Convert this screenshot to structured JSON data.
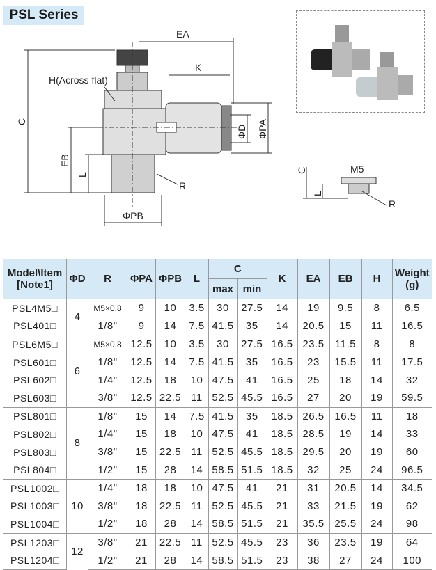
{
  "title": "PSL Series",
  "drawing": {
    "labels": {
      "ea": "EA",
      "k": "K",
      "h": "H(Across flat)",
      "c": "C",
      "eb": "EB",
      "l": "L",
      "r": "R",
      "pb": "ΦPB",
      "d": "ΦD",
      "pa": "ΦPA",
      "c2": "C",
      "m5": "M5",
      "l2": "L",
      "r2": "R"
    }
  },
  "table": {
    "headers": {
      "model": "Model\\Item",
      "note": "[Note1]",
      "d": "ΦD",
      "r": "R",
      "pa": "ΦPA",
      "pb": "ΦPB",
      "l": "L",
      "c": "C",
      "cmax": "max",
      "cmin": "min",
      "k": "K",
      "ea": "EA",
      "eb": "EB",
      "h": "H",
      "weight": "Weight",
      "weight_unit": "(g)"
    },
    "groups": [
      {
        "d": "4",
        "rows": [
          [
            "PSL4M5□",
            "M5×0.8",
            "9",
            "10",
            "3.5",
            "30",
            "27.5",
            "14",
            "19",
            "9.5",
            "8",
            "6.5"
          ],
          [
            "PSL401□",
            "1/8\"",
            "9",
            "14",
            "7.5",
            "41.5",
            "35",
            "14",
            "20.5",
            "15",
            "11",
            "16.5"
          ]
        ]
      },
      {
        "d": "6",
        "rows": [
          [
            "PSL6M5□",
            "M5×0.8",
            "12.5",
            "10",
            "3.5",
            "30",
            "27.5",
            "16.5",
            "23.5",
            "11.5",
            "8",
            "8"
          ],
          [
            "PSL601□",
            "1/8\"",
            "12.5",
            "14",
            "7.5",
            "41.5",
            "35",
            "16.5",
            "23",
            "15.5",
            "11",
            "17.5"
          ],
          [
            "PSL602□",
            "1/4\"",
            "12.5",
            "18",
            "10",
            "47.5",
            "41",
            "16.5",
            "25",
            "18",
            "14",
            "32"
          ],
          [
            "PSL603□",
            "3/8\"",
            "12.5",
            "22.5",
            "11",
            "52.5",
            "45.5",
            "16.5",
            "27",
            "20",
            "19",
            "59.5"
          ]
        ]
      },
      {
        "d": "8",
        "rows": [
          [
            "PSL801□",
            "1/8\"",
            "15",
            "14",
            "7.5",
            "41.5",
            "35",
            "18.5",
            "26.5",
            "16.5",
            "11",
            "18"
          ],
          [
            "PSL802□",
            "1/4\"",
            "15",
            "18",
            "10",
            "47.5",
            "41",
            "18.5",
            "28.5",
            "19",
            "14",
            "33"
          ],
          [
            "PSL803□",
            "3/8\"",
            "15",
            "22.5",
            "11",
            "52.5",
            "45.5",
            "18.5",
            "29.5",
            "20",
            "19",
            "60"
          ],
          [
            "PSL804□",
            "1/2\"",
            "15",
            "28",
            "14",
            "58.5",
            "51.5",
            "18.5",
            "32",
            "25",
            "24",
            "96.5"
          ]
        ]
      },
      {
        "d": "10",
        "rows": [
          [
            "PSL1002□",
            "1/4\"",
            "18",
            "18",
            "10",
            "47.5",
            "41",
            "21",
            "31",
            "20.5",
            "14",
            "34.5"
          ],
          [
            "PSL1003□",
            "3/8\"",
            "18",
            "22.5",
            "11",
            "52.5",
            "45.5",
            "21",
            "33",
            "21.5",
            "19",
            "62"
          ],
          [
            "PSL1004□",
            "1/2\"",
            "18",
            "28",
            "14",
            "58.5",
            "51.5",
            "21",
            "35.5",
            "25.5",
            "24",
            "98"
          ]
        ]
      },
      {
        "d": "12",
        "rows": [
          [
            "PSL1203□",
            "3/8\"",
            "21",
            "22.5",
            "11",
            "52.5",
            "45.5",
            "23",
            "36",
            "23.5",
            "19",
            "64"
          ],
          [
            "PSL1204□",
            "1/2\"",
            "21",
            "28",
            "14",
            "58.5",
            "51.5",
            "23",
            "38",
            "27",
            "24",
            "100"
          ]
        ]
      }
    ]
  }
}
